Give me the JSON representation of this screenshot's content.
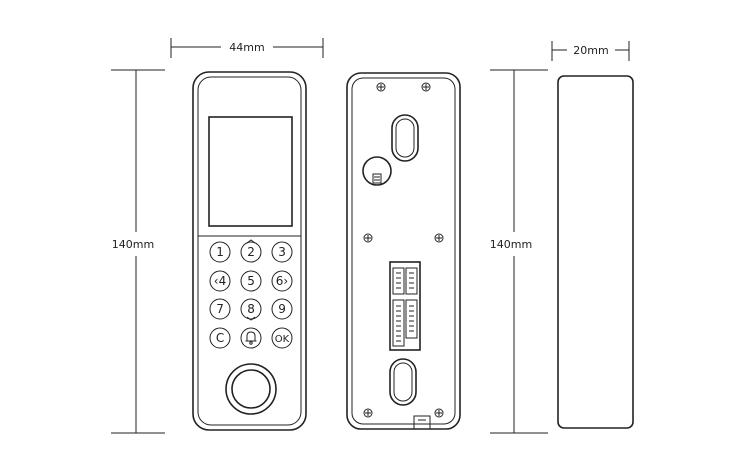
{
  "dimensions": {
    "front_width": "44mm",
    "front_height": "140mm",
    "back_height": "140mm",
    "side_depth": "20mm"
  },
  "keypad": {
    "keys": [
      {
        "label": "1",
        "icon": ""
      },
      {
        "label": "2",
        "icon": ""
      },
      {
        "label": "3",
        "icon": ""
      },
      {
        "label": "‹4",
        "icon": ""
      },
      {
        "label": "5",
        "icon": ""
      },
      {
        "label": "6›",
        "icon": ""
      },
      {
        "label": "7",
        "icon": ""
      },
      {
        "label": "8",
        "icon": ""
      },
      {
        "label": "9",
        "icon": ""
      },
      {
        "label": "C",
        "icon": ""
      },
      {
        "label": "",
        "icon": "bell-icon"
      },
      {
        "label": "OK",
        "icon": ""
      }
    ]
  },
  "icons": {
    "fingerprint_sensor": "fingerprint-sensor-icon",
    "screw": "screw-icon",
    "tamper_switch": "tamper-switch-icon"
  },
  "colors": {
    "line": "#222222",
    "background": "#ffffff"
  }
}
